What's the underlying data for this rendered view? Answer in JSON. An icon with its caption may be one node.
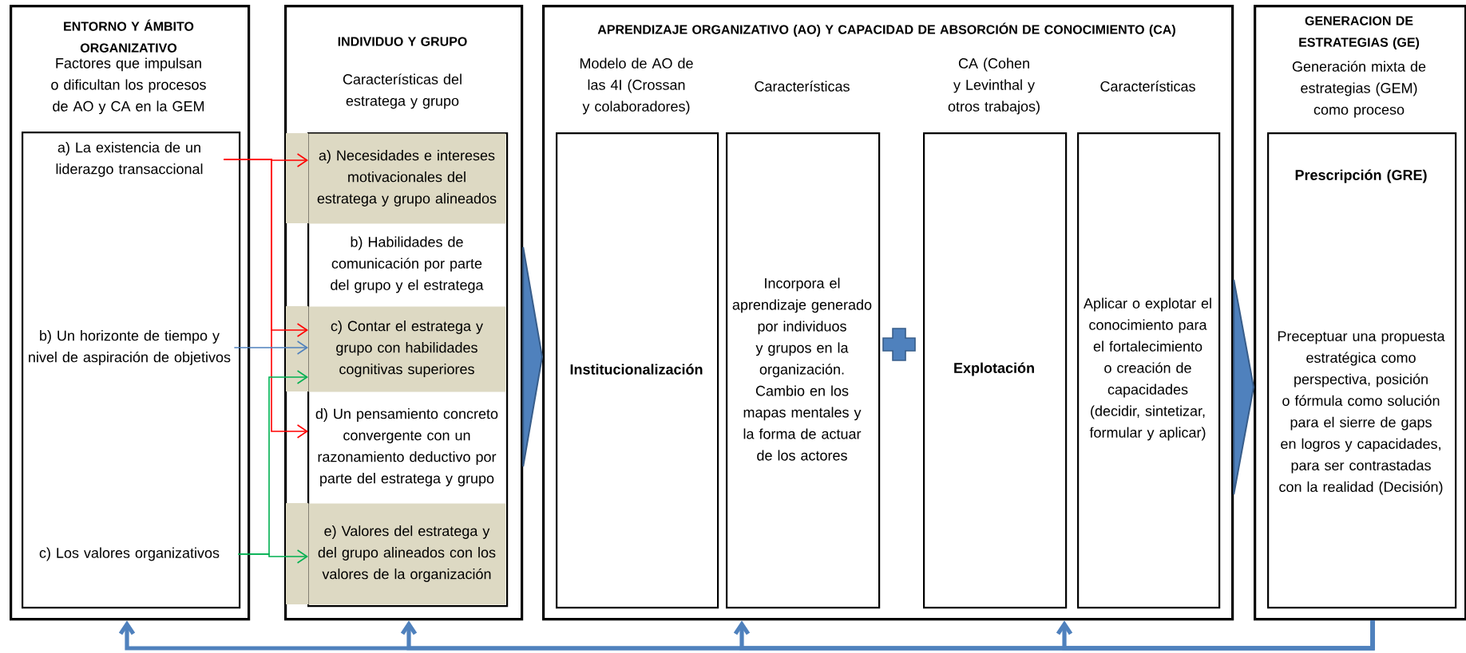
{
  "diagram": {
    "nodes": [
      {
        "text": [
          "ENTORNO Y ÁMBITO ORGANIZATIVO",
          "Factores que impulsan o dificultan los procesos de AO y CA en la GEM"
        ]
      },
      {
        "text": [],
        "shape": "box",
        "in": 0
      },
      {
        "text": [
          "a) La existencia de un liderazgo transaccional"
        ],
        "in": 1
      },
      {
        "text": [
          "b) Un horizonte de tiempo y nivel de aspiración de objetivos"
        ],
        "in": 1
      },
      {
        "text": [
          "c) Los valores organizativos"
        ],
        "in": 1
      },
      {
        "text": [
          "INDIVIDUO Y GRUPO",
          "Características del estratega y grupo"
        ]
      },
      {
        "text": [],
        "shape": "box",
        "in": 5
      },
      {
        "text": [
          "a) Necesidades e intereses motivacionales del estratega y grupo alineados"
        ],
        "in": 6
      },
      {
        "text": [
          "b) Habilidades de comunicación por parte del grupo y el estratega"
        ],
        "in": 6
      },
      {
        "text": [
          "c) Contar el estratega y grupo con habilidades cognitivas superiores"
        ],
        "in": 6
      },
      {
        "text": [
          "d) Un pensamiento concreto convergente con un razonamiento deductivo por parte del estratega y grupo"
        ],
        "in": 6
      },
      {
        "text": [
          "e) Valores del estratega y del grupo alineados con los valores de la organización"
        ],
        "in": 6
      },
      {
        "text": [
          "APRENDIZAJE ORGANIZATIVO (AO) Y CAPACIDAD DE ABSORCIÓN DE CONOCIMIENTO (CA)"
        ]
      },
      {
        "text": [
          "Modelo de AO de las 4I (Crossan y colaboradores)",
          "Institucionalización"
        ],
        "in": 12
      },
      {
        "text": [
          "Características",
          "Incorpora el aprendizaje generado por individuos y grupos en la organización. Cambio en los mapas mentales y la forma de actuar de los actores"
        ],
        "in": 12
      },
      {
        "text": [
          "CA (Cohen y Levinthal y otros trabajos)",
          "Explotación"
        ],
        "in": 12
      },
      {
        "text": [
          "Características",
          "Aplicar o explotar el conocimiento para el fortalecimiento o creación de capacidades (decidir, sintetizar, formular y aplicar)"
        ],
        "in": 12
      },
      {
        "text": [
          "GENERACION DE ESTRATEGIAS (GE)",
          "Generación mixta de estrategias (GEM) como proceso"
        ]
      },
      {
        "text": [
          "Prescripción (GRE)",
          "Preceptuar una propuesta estratégica como perspectiva, posición o fórmula como solución para el sierre de gaps en logros y capacidades, para ser contrastadas con la realidad (Decisión)"
        ],
        "in": 17
      }
    ],
    "edges": [
      {
        "from": 2,
        "to": 7,
        "arrow": "to",
        "color": "#ff0000"
      },
      {
        "from": 2,
        "to": 9,
        "arrow": "to",
        "color": "#ff0000"
      },
      {
        "from": 2,
        "to": 10,
        "arrow": "to",
        "color": "#ff0000"
      },
      {
        "from": 3,
        "to": 9,
        "arrow": "to"
      },
      {
        "from": 4,
        "to": 9,
        "arrow": "to",
        "color": "#00b050"
      },
      {
        "from": 4,
        "to": 11,
        "arrow": "to",
        "color": "#00b050"
      },
      {
        "from": 5,
        "to": 12,
        "arrow": "to"
      },
      {
        "from": 12,
        "to": 17,
        "arrow": "to"
      },
      {
        "from": 17,
        "to": 0,
        "arrow": "to",
        "style": "thick"
      },
      {
        "from": 17,
        "to": 5,
        "arrow": "to",
        "style": "thick"
      },
      {
        "from": 17,
        "to": 12,
        "arrow": "to",
        "style": "thick"
      },
      {
        "from": 17,
        "to": 12,
        "arrow": "to",
        "style": "thick"
      }
    ]
  }
}
